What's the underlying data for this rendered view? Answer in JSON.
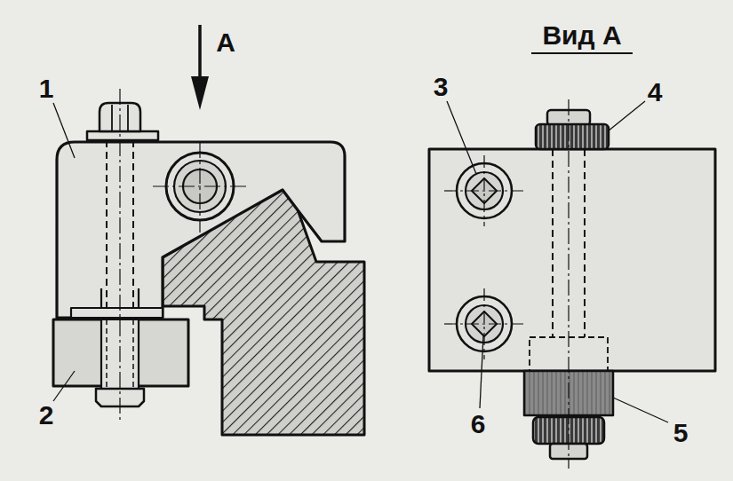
{
  "diagram": {
    "labels": [
      "A",
      "Вид А",
      "1",
      "3",
      "4",
      "2",
      "6",
      "5"
    ]
  }
}
